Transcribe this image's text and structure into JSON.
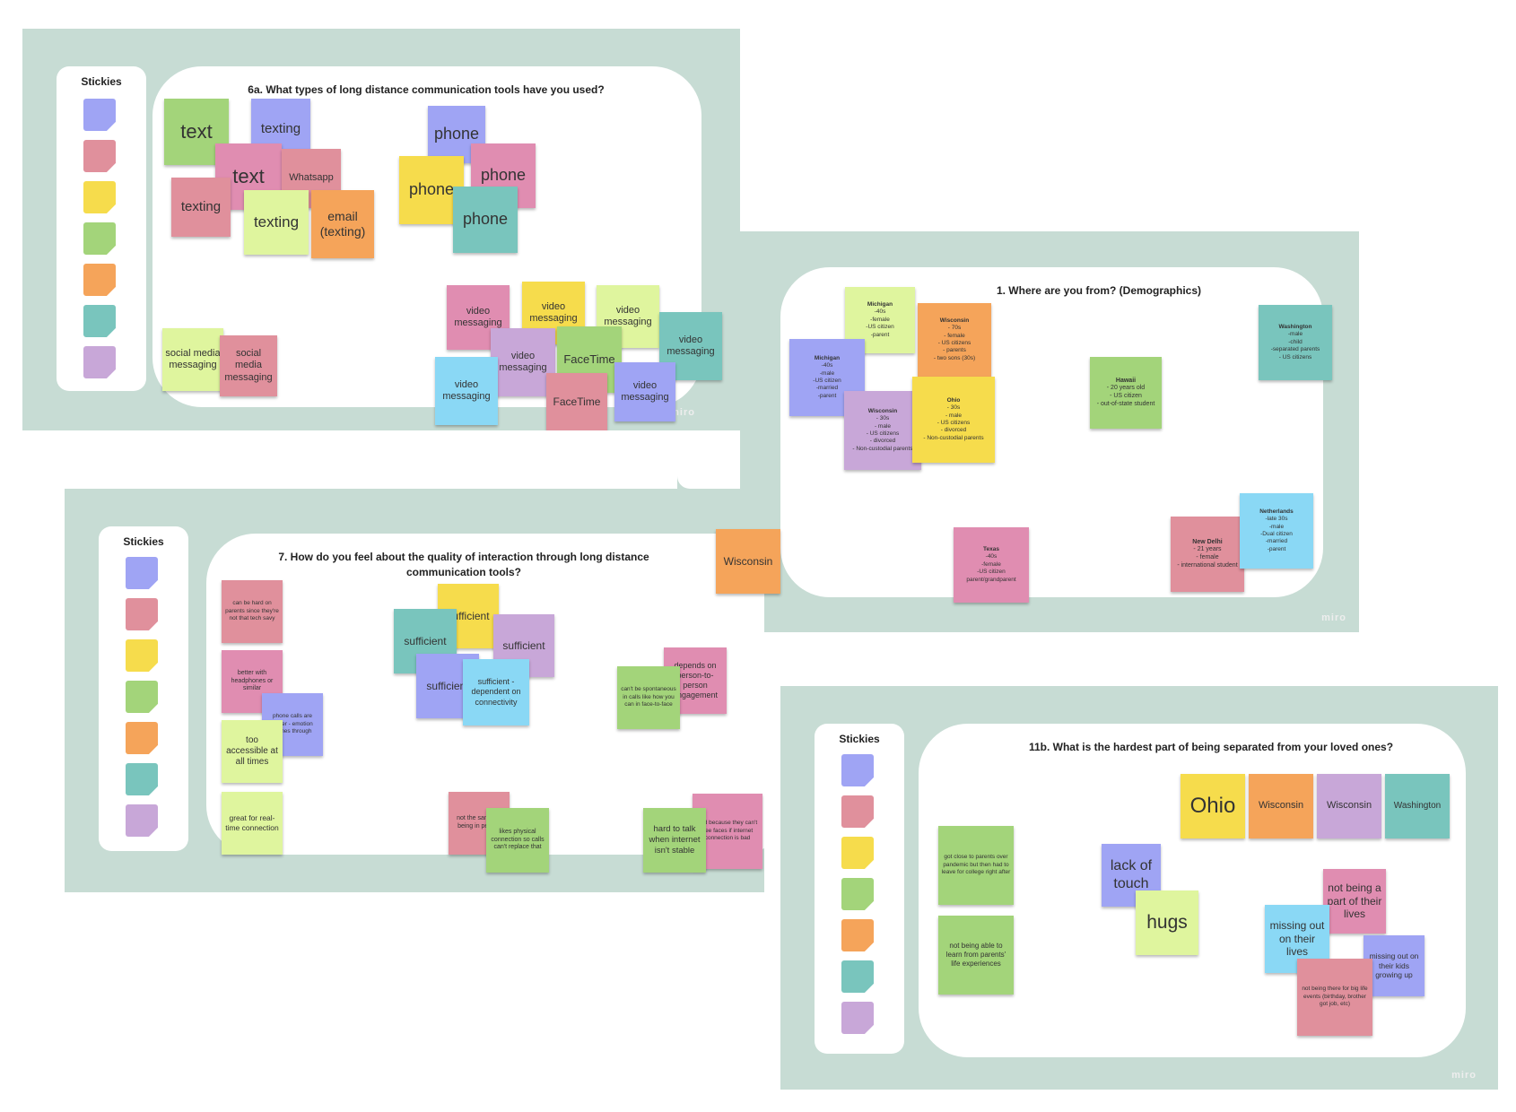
{
  "colors": {
    "blue": "#9fa4f4",
    "pink": "#e0909c",
    "yellow": "#f6dc4c",
    "green": "#a3d47a",
    "orange": "#f5a45a",
    "teal": "#79c5bd",
    "purple": "#c8a7d8",
    "magenta": "#e08db1",
    "lime": "#dff59e",
    "lightblue": "#8ad8f5",
    "board": "#c7dcd4"
  },
  "stickies_panel": {
    "title": "Stickies",
    "icon_colors": [
      "#9fa4f4",
      "#e0909c",
      "#f6dc4c",
      "#a3d47a",
      "#f5a45a",
      "#79c5bd",
      "#c8a7d8"
    ]
  },
  "watermark": "miro",
  "boards": {
    "b6a": {
      "title": "6a. What types of long distance communication tools have you used?",
      "stickies": [
        {
          "text": "text"
        },
        {
          "text": "texting"
        },
        {
          "text": "text"
        },
        {
          "text": "Whatsapp"
        },
        {
          "text": "texting"
        },
        {
          "text": "texting"
        },
        {
          "text": "email (texting)"
        },
        {
          "text": "phone"
        },
        {
          "text": "phone"
        },
        {
          "text": "phone"
        },
        {
          "text": "phone"
        },
        {
          "text": "social media messaging"
        },
        {
          "text": "social media messaging"
        },
        {
          "text": "video messaging"
        },
        {
          "text": "video messaging"
        },
        {
          "text": "video messaging"
        },
        {
          "text": "video messaging"
        },
        {
          "text": "video messaging"
        },
        {
          "text": "FaceTime"
        },
        {
          "text": "video messaging"
        },
        {
          "text": "FaceTime"
        },
        {
          "text": "video messaging"
        }
      ]
    },
    "b1": {
      "title": "1. Where are you from? (Demographics)",
      "stickies": [
        {
          "head": "Michigan",
          "text": "-40s\n-female\n-US citizen\n-parent"
        },
        {
          "head": "Wisconsin",
          "text": "- 70s\n- female\n- US citizens\n- parents\n- two sons (30s)"
        },
        {
          "head": "Michigan",
          "text": "-40s\n-male\n-US citizen\n-married\n-parent"
        },
        {
          "head": "Wisconsin",
          "text": "- 30s\n- male\n- US citizens\n- divorced\n- Non-custodial parents"
        },
        {
          "head": "Ohio",
          "text": "- 30s\n- male\n- US citizens\n- divorced\n- Non-custodial parents"
        },
        {
          "head": "Hawaii",
          "text": "- 20 years old\n- US citizen\n- out-of-state student"
        },
        {
          "head": "Washington",
          "text": "-male\n-child\n-separated parents\n- US citizens"
        },
        {
          "head": "Texas",
          "text": "-40s\n-female\n-US citizen\nparent/grandparent"
        },
        {
          "head": "New Delhi",
          "text": "- 21 years\n- female\n- international student"
        },
        {
          "head": "Netherlands",
          "text": "-late 30s\n-male\n-Dual citizen\n-married\n-parent"
        }
      ],
      "loose_sticky": "Wisconsin"
    },
    "b7": {
      "title": "7. How do you feel about the quality of interaction through long distance communication tools?",
      "stickies": [
        {
          "text": "can be hard on parents since they're not that tech savy"
        },
        {
          "text": "better with headphones or similar"
        },
        {
          "text": "phone calls are better - emotion comes through"
        },
        {
          "text": "too accessible at all times"
        },
        {
          "text": "great for real-time connection"
        },
        {
          "text": "sufficient"
        },
        {
          "text": "sufficient"
        },
        {
          "text": "sufficient"
        },
        {
          "text": "sufficient"
        },
        {
          "text": "sufficient - dependent on connectivity"
        },
        {
          "text": "depends on person-to-person engagement"
        },
        {
          "text": "can't be spontaneous in calls like how you can in face-to-face"
        },
        {
          "text": "not the same as being in person"
        },
        {
          "text": "likes physical connection so calls can't replace that"
        },
        {
          "text": "sad because they can't see faces if internet connection is bad"
        },
        {
          "text": "hard to talk when internet isn't stable"
        }
      ]
    },
    "b11b": {
      "title": "11b. What is the hardest part of being separated from your loved ones?",
      "stickies": [
        {
          "text": "got close to parents over pandemic but then had to leave for college right after"
        },
        {
          "text": "not being able to learn from parents' life experiences"
        },
        {
          "text": "lack of touch"
        },
        {
          "text": "hugs"
        },
        {
          "text": "Ohio"
        },
        {
          "text": "Wisconsin"
        },
        {
          "text": "Wisconsin"
        },
        {
          "text": "Washington"
        },
        {
          "text": "not being a part of their lives"
        },
        {
          "text": "missing out on their lives"
        },
        {
          "text": "missing out on their kids growing up"
        },
        {
          "text": "not being there for big life events (birthday, brother got job, etc)"
        }
      ]
    },
    "hidden": {
      "partial_title": "es"
    }
  }
}
